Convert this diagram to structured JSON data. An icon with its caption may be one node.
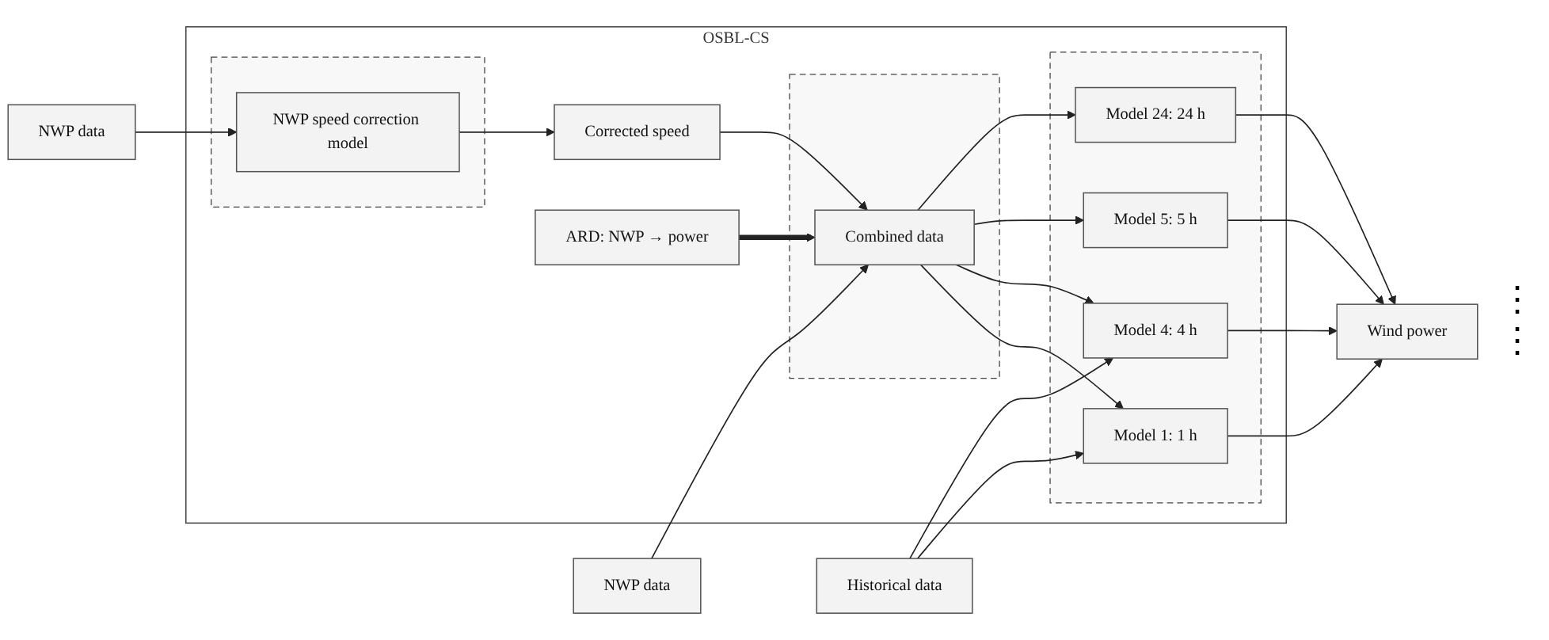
{
  "diagram": {
    "nodes": [
      {
        "text": [
          "OSBL-CS"
        ]
      },
      {
        "text": [
          "Historical data"
        ]
      },
      {
        "text": [
          "NWP data"
        ]
      },
      {
        "text": [
          "NWP data"
        ]
      },
      {
        "text": [],
        "shape": "box",
        "in": 0
      },
      {
        "text": [
          "NWP speed correction model"
        ],
        "in": 4
      },
      {
        "text": [
          "Corrected speed"
        ],
        "in": 0
      },
      {
        "text": [],
        "shape": "box",
        "in": 0
      },
      {
        "text": [
          "Combined data"
        ],
        "in": 7
      },
      {
        "text": [
          "ARD: NWP → power"
        ],
        "in": 0
      },
      {
        "text": [],
        "shape": "box",
        "in": 0
      },
      {
        "text": [
          "Model 1: 1 h"
        ],
        "in": 10
      },
      {
        "text": [
          "Model 4: 4 h"
        ],
        "in": 10
      },
      {
        "text": [
          "Model 5: 5 h"
        ],
        "in": 10
      },
      {
        "text": [
          "Model 24: 24 h"
        ],
        "in": 10
      },
      {
        "text": [
          "Wind power"
        ]
      }
    ],
    "edges": [
      {
        "from": 1,
        "to": 11,
        "arrow": "to"
      },
      {
        "from": 1,
        "to": 12,
        "arrow": "to"
      },
      {
        "from": 2,
        "to": 5,
        "arrow": "to"
      },
      {
        "from": 5,
        "to": 6,
        "arrow": "to"
      },
      {
        "from": 6,
        "to": 8,
        "arrow": "to"
      },
      {
        "from": 3,
        "to": 8,
        "arrow": "to"
      },
      {
        "from": 9,
        "to": 8,
        "arrow": "to",
        "style": "thick"
      },
      {
        "from": 8,
        "to": 11,
        "arrow": "to"
      },
      {
        "from": 8,
        "to": 12,
        "arrow": "to"
      },
      {
        "from": 8,
        "to": 13,
        "arrow": "to"
      },
      {
        "from": 8,
        "to": 14,
        "arrow": "to"
      },
      {
        "from": 11,
        "to": 15,
        "arrow": "to"
      },
      {
        "from": 12,
        "to": 15,
        "arrow": "to"
      },
      {
        "from": 13,
        "to": 15,
        "arrow": "to"
      },
      {
        "from": 14,
        "to": 15,
        "arrow": "to"
      }
    ],
    "labels": [
      "⋮",
      "⋮"
    ]
  }
}
